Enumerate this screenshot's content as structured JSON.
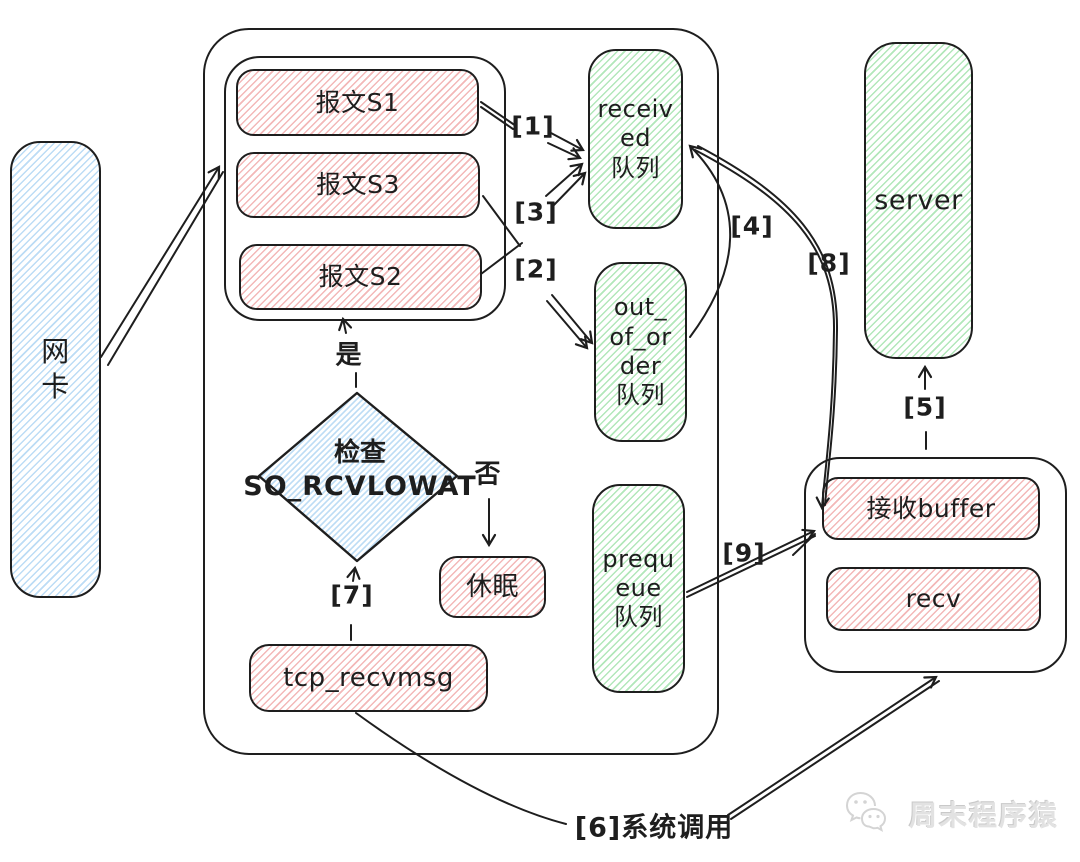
{
  "diagram": {
    "colors": {
      "outline": "#1e1e1e",
      "pink_hatch": "#f3b8b8",
      "green_hatch": "#b2e7ba",
      "blue_hatch": "#bcdcf5",
      "watermark_gray": "#d6d6d6"
    },
    "nodes": {
      "nic": {
        "lines": [
          "网",
          "卡"
        ]
      },
      "packets": [
        "报文S1",
        "报文S3",
        "报文S2"
      ],
      "received_queue": {
        "lines": [
          "receiv",
          "ed",
          "队列"
        ]
      },
      "out_of_order_queue": {
        "lines": [
          "out_",
          "of_or",
          "der",
          "队列"
        ]
      },
      "prequeue": {
        "lines": [
          "prequ",
          "eue",
          "队列"
        ]
      },
      "check": {
        "lines": [
          "检查",
          "SO_RCVLOWAT"
        ]
      },
      "sleep": {
        "label": "休眠"
      },
      "tcp_recvmsg": {
        "label": "tcp_recvmsg"
      },
      "server": {
        "label": "server"
      },
      "recv_buffer": {
        "label": "接收buffer"
      },
      "recv": {
        "label": "recv"
      }
    },
    "labels": {
      "step1": "[1]",
      "step2": "[2]",
      "step3": "[3]",
      "step4": "[4]",
      "step5": "[5]",
      "step6": "[6]系统调用",
      "step7": "[7]",
      "step8": "[8]",
      "step9": "[9]",
      "yes": "是",
      "no": "否"
    },
    "watermark": {
      "text": "周末程序猿"
    }
  }
}
